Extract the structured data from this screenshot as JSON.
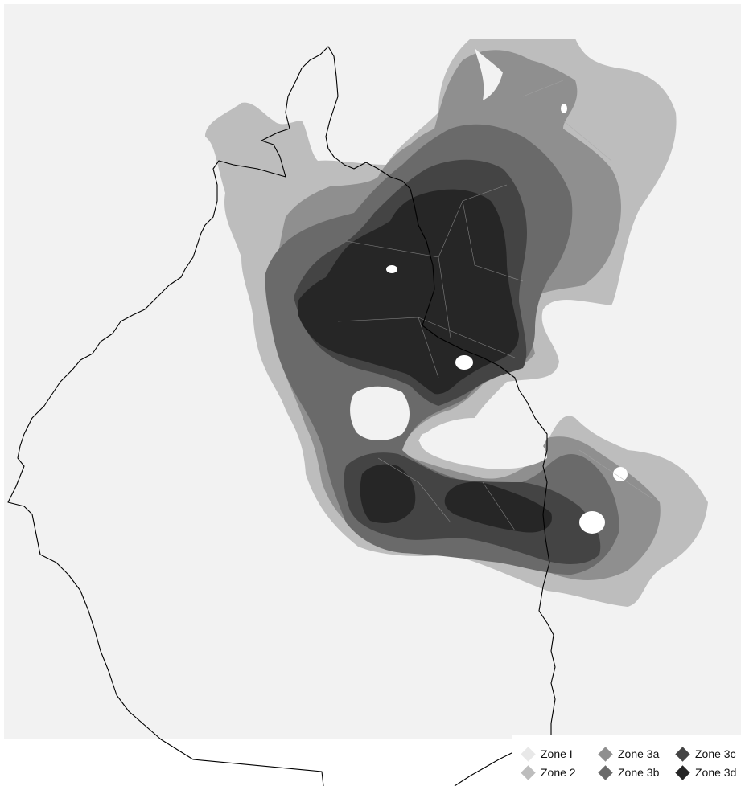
{
  "legend": {
    "items": [
      {
        "key": "zone-1",
        "label": "Zone I",
        "color": "#e8e8e8"
      },
      {
        "key": "zone-3a",
        "label": "Zone 3a",
        "color": "#8f8f8f"
      },
      {
        "key": "zone-3c",
        "label": "Zone 3c",
        "color": "#444444"
      },
      {
        "key": "zone-2",
        "label": "Zone 2",
        "color": "#bdbdbd"
      },
      {
        "key": "zone-3b",
        "label": "Zone 3b",
        "color": "#6a6a6a"
      },
      {
        "key": "zone-3d",
        "label": "Zone 3d",
        "color": "#262626"
      }
    ]
  },
  "colors": {
    "background": "#f2f2f2",
    "zone_1": "#e8e8e8",
    "zone_2": "#bdbdbd",
    "zone_3a": "#8f8f8f",
    "zone_3b": "#6a6a6a",
    "zone_3c": "#444444",
    "zone_3d": "#262626",
    "voids": "#ffffff",
    "boundary": "#000000"
  }
}
